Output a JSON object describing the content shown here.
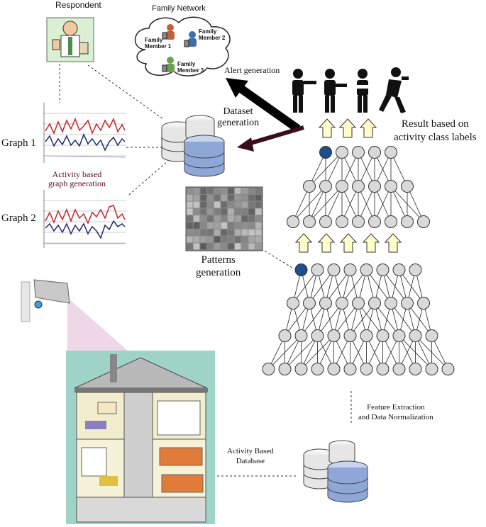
{
  "labels": {
    "respondent": "Respondent",
    "family_network": "Family Network",
    "member1": "Family\nMember 1",
    "member2": "Family\nMember 2",
    "member3": "Family\nMember 3",
    "alert": "Alert generation",
    "dataset": "Dataset\ngeneration",
    "graph1": "Graph 1",
    "graph2": "Graph 2",
    "activity_graph": "Activity based\ngraph generation",
    "patterns": "Patterns\ngeneration",
    "result": "Result based on\nactivity class labels",
    "feature": "Feature Extraction\nand Data Normalization",
    "activity_db": "Activity Based\nDatabase"
  },
  "colors": {
    "red_series": "#c0272d",
    "blue_series": "#1f2a6e",
    "arrow_black": "#000000",
    "arrow_maroon": "#3a0d1a",
    "db_blue": "#8fa7d6",
    "node_gray": "#d9d9d9",
    "node_blue": "#1f4e8c",
    "up_arrow_fill": "#ffffcc",
    "house_bg": "#9fd3c7",
    "beam": "#d9b7d6"
  },
  "icons": {
    "respondent": "doctor-icon",
    "camera": "security-camera-icon",
    "people": [
      "pointing-person-icon",
      "pointing-person-icon",
      "arms-crossed-person-icon",
      "falling-person-icon"
    ],
    "house": "house-cutaway-icon"
  }
}
